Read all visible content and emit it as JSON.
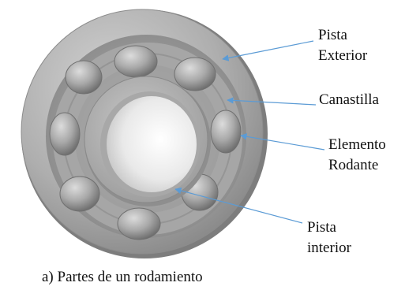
{
  "labels": {
    "pista_exterior": [
      "Pista",
      "Exterior"
    ],
    "canastilla": "Canastilla",
    "elemento_rodante": [
      "Elemento",
      "Rodante"
    ],
    "pista_interior": [
      "Pista",
      "interior"
    ]
  },
  "caption": "a) Partes de un rodamiento",
  "colors": {
    "arrow": "#5b9bd5",
    "steel_light": "#c4c4c4",
    "steel_mid": "#9a9a9a",
    "steel_dark": "#6c6c6c"
  }
}
